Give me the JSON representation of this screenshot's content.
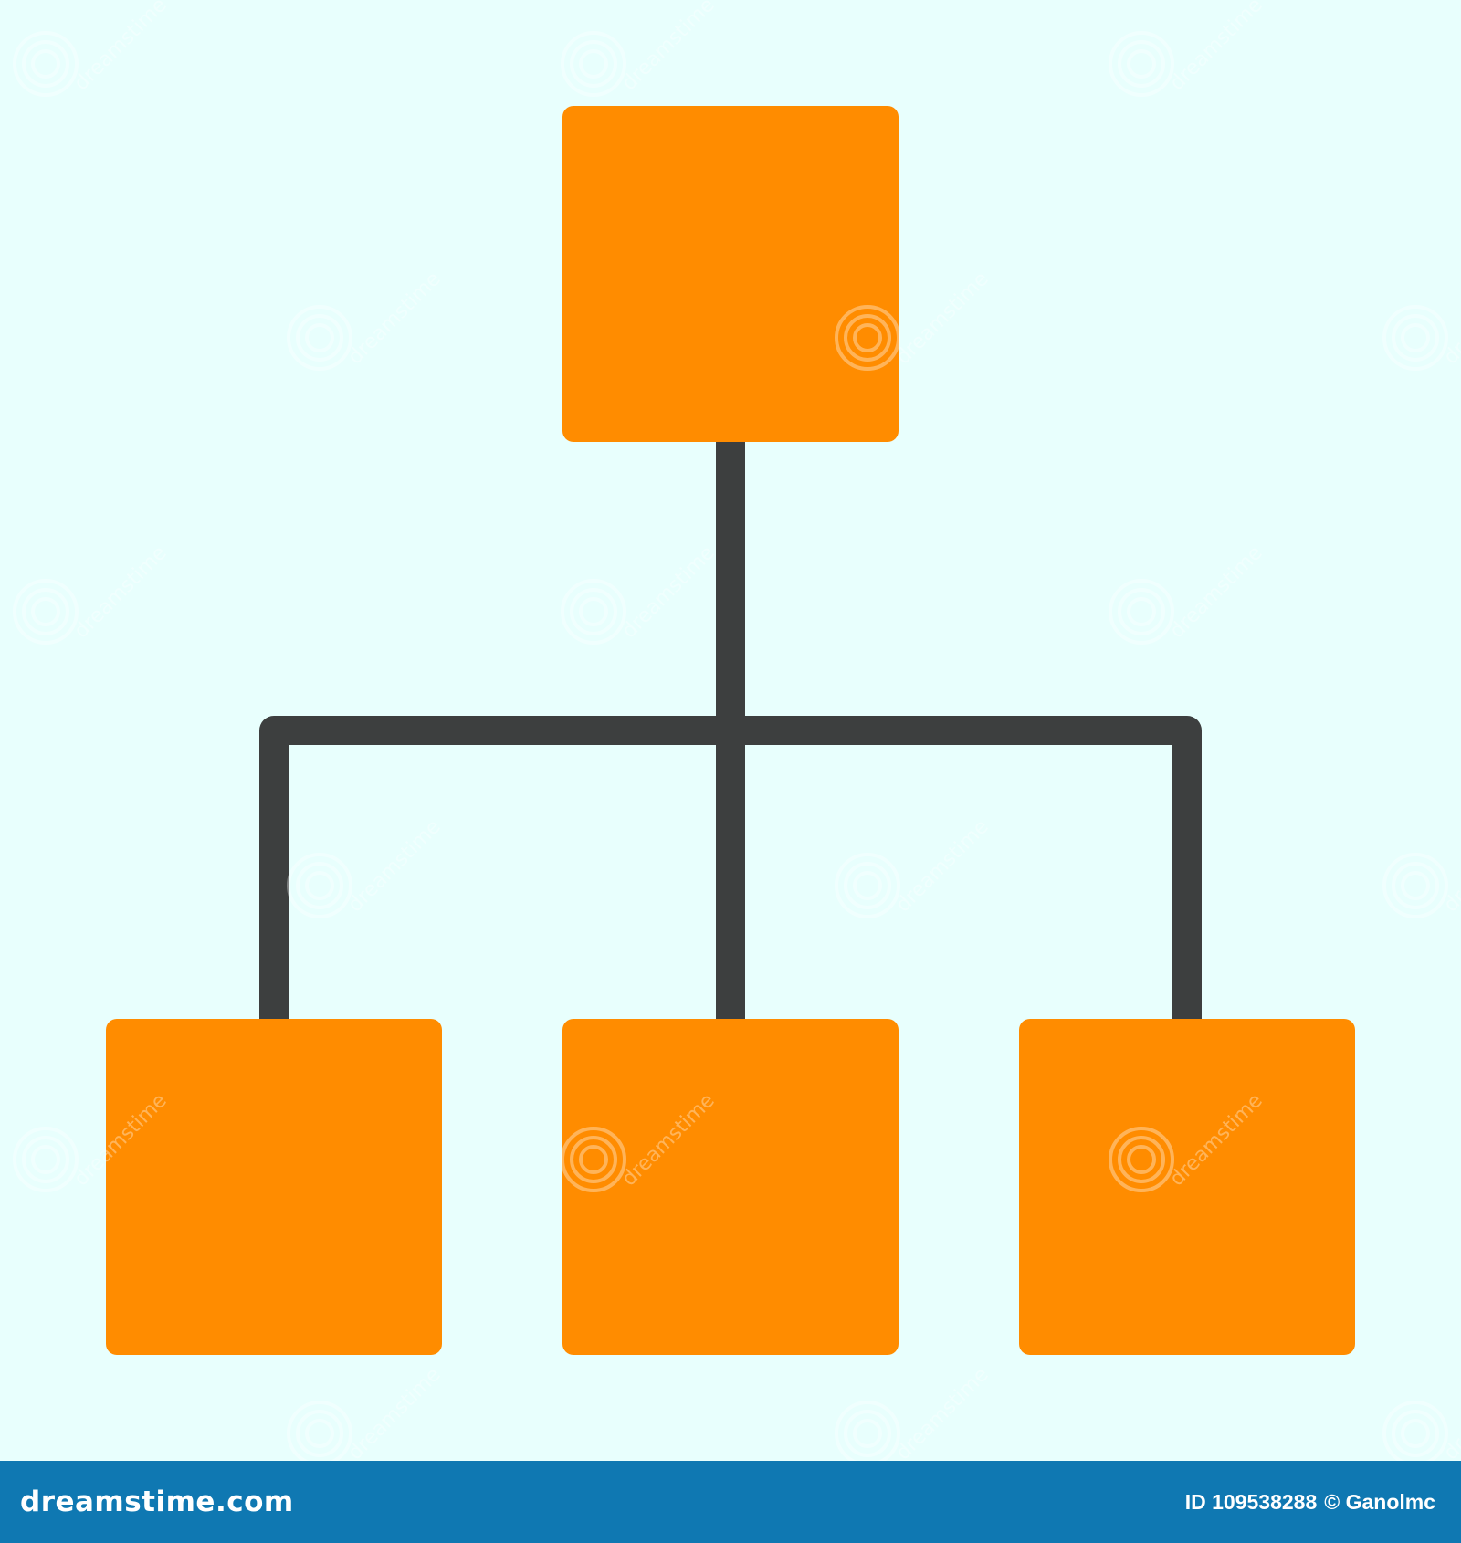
{
  "colors": {
    "background": "#e8fffd",
    "node_fill": "#ff8c00",
    "connector": "#3d3f3f",
    "footer_background": "#0f78b2",
    "footer_text": "#ffffff"
  },
  "diagram": {
    "type": "hierarchy",
    "root": {
      "id": "root"
    },
    "children": [
      {
        "id": "child-left"
      },
      {
        "id": "child-middle"
      },
      {
        "id": "child-right"
      }
    ]
  },
  "watermark": {
    "text": "dreamstime"
  },
  "footer": {
    "logo": "dreamstime.com",
    "image_id": "ID 109538288",
    "credit": "© Ganolmc"
  }
}
